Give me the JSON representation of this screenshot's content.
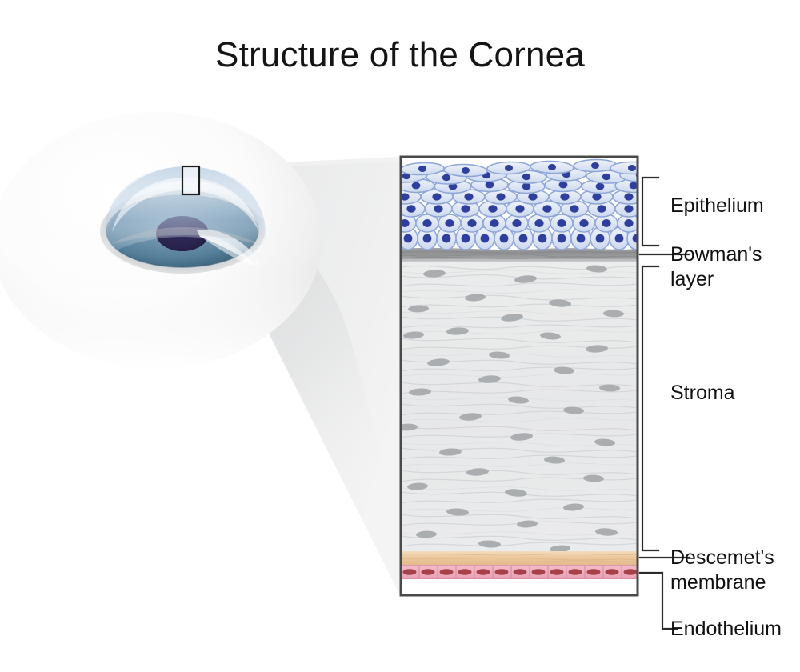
{
  "title": "Structure of the Cornea",
  "diagram": {
    "type": "anatomical-cross-section",
    "subject": "human cornea",
    "eye_illustration": {
      "name": "eye-globe-illustration",
      "parts": [
        "sclera",
        "cornea-dome",
        "iris",
        "pupil",
        "corneal-light-reflex"
      ],
      "callout_marker": "magnified-region-rectangle"
    },
    "magnifier": {
      "name": "magnification-cone",
      "description": "translucent grey wedge linking the marked corneal region to the magnified panel"
    }
  },
  "panel": {
    "name": "cornea-layer-panel",
    "layers": [
      {
        "id": "epithelium",
        "label": "Epithelium",
        "color": "#c9d6ef",
        "nucleus_color": "#2f3f9e",
        "rows": 7,
        "description": "stratified squamous cells, flattened at surface, columnar at base"
      },
      {
        "id": "bowmans-layer",
        "label": "Bowman's layer",
        "color": "#9a9a9a",
        "description": "thin dense grey acellular band"
      },
      {
        "id": "stroma",
        "label": "Stroma",
        "color": "#e9eaea",
        "fiber_color": "#cfd3d6",
        "keratocyte_color": "#a7a9ab",
        "description": "thick layer of wavy collagen lamellae with scattered keratocytes"
      },
      {
        "id": "descemets-membrane",
        "label": "Descemet's membrane",
        "color": "#ecc9a2",
        "description": "tan basement membrane band"
      },
      {
        "id": "endothelium",
        "label": "Endothelium",
        "color": "#efb2c0",
        "nucleus_color": "#a6414a",
        "cells": 13,
        "description": "single row of cuboidal pink cells"
      }
    ]
  },
  "labels": {
    "epithelium": "Epithelium",
    "bowmans_line1": "Bowman's",
    "bowmans_line2": "layer",
    "stroma": "Stroma",
    "descemets_line1": "Descemet's",
    "descemets_line2": "membrane",
    "endothelium": "Endothelium"
  },
  "colors": {
    "background": "#ffffff",
    "text": "#111111",
    "panel_border": "#4a4a4a",
    "bracket": "#2b2b2b",
    "iris": "#5c7f9e",
    "pupil": "#2a2450",
    "sclera": "#f3f3f3"
  }
}
